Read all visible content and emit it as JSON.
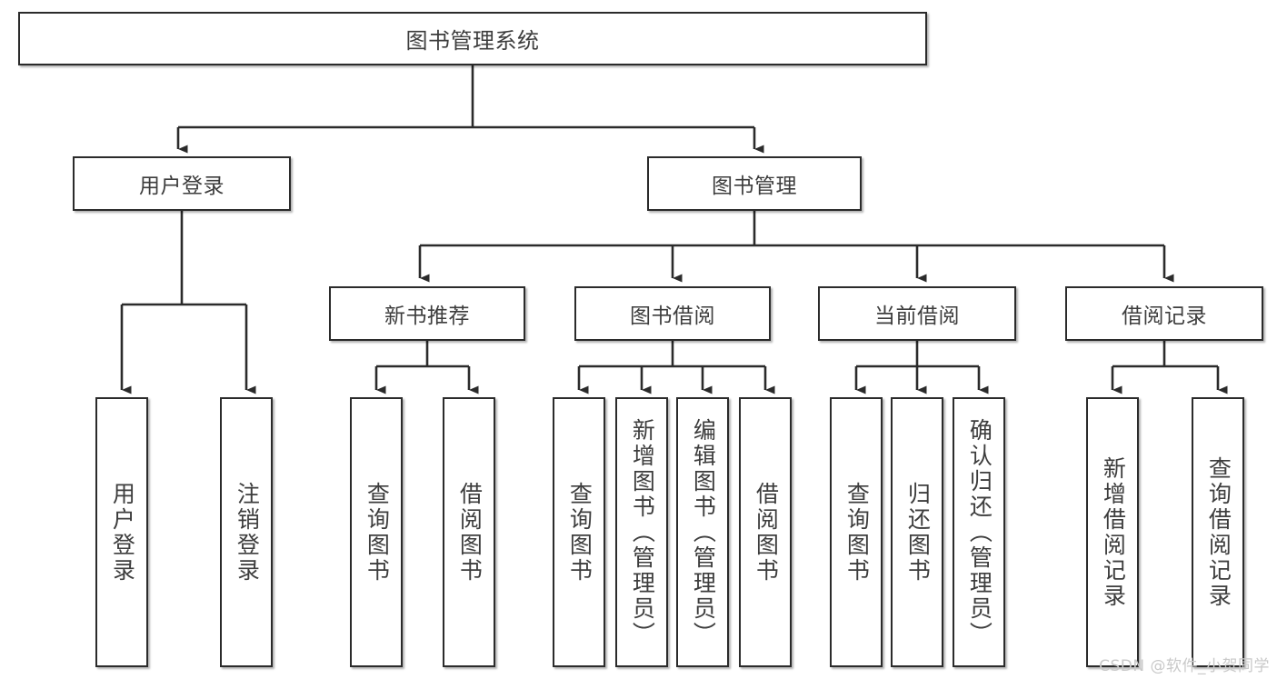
{
  "diagram": {
    "title": "图书管理系统",
    "root": {
      "label": "图书管理系统"
    },
    "level2": [
      {
        "label": "用户登录"
      },
      {
        "label": "图书管理"
      }
    ],
    "level3": [
      {
        "label": "新书推荐"
      },
      {
        "label": "图书借阅"
      },
      {
        "label": "当前借阅"
      },
      {
        "label": "借阅记录"
      }
    ],
    "leaves": {
      "user_login": [
        {
          "label": "用户登录"
        },
        {
          "label": "注销登录"
        }
      ],
      "new_book_recommend": [
        {
          "label": "查询图书"
        },
        {
          "label": "借阅图书"
        }
      ],
      "book_borrow": [
        {
          "label": "查询图书"
        },
        {
          "label": "新增图书（管理员）"
        },
        {
          "label": "编辑图书（管理员）"
        },
        {
          "label": "借阅图书"
        }
      ],
      "current_borrow": [
        {
          "label": "查询图书"
        },
        {
          "label": "归还图书"
        },
        {
          "label": "确认归还（管理员）"
        }
      ],
      "borrow_record": [
        {
          "label": "新增借阅记录"
        },
        {
          "label": "查询借阅记录"
        }
      ]
    }
  },
  "watermark": {
    "text": "CSDN @软件_小贺同学"
  },
  "colors": {
    "stroke": "#2b2b2b",
    "text": "#3d3d3d",
    "background": "#ffffff",
    "watermark": "#c9c9c9"
  }
}
